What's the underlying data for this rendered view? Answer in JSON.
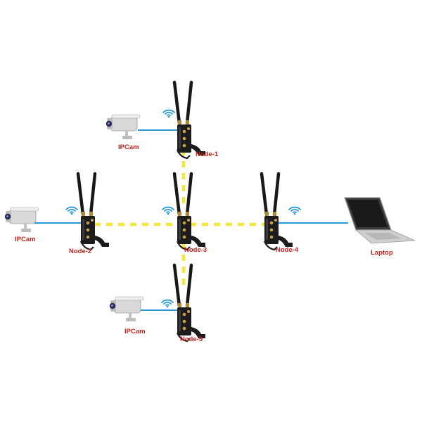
{
  "nodes": [
    {
      "id": "node-1",
      "label": "Node-1"
    },
    {
      "id": "node-2",
      "label": "Node-2"
    },
    {
      "id": "node-3",
      "label": "Node-3"
    },
    {
      "id": "node-4",
      "label": "Node-4"
    },
    {
      "id": "node-5",
      "label": "Node-5"
    }
  ],
  "cameras": [
    {
      "label": "IPCam"
    },
    {
      "label": "IPCam"
    },
    {
      "label": "IPCam"
    }
  ],
  "laptop": {
    "label": "Laptop"
  },
  "colors": {
    "mesh_link": "#f5e63a",
    "wired_link": "#2b9ad8",
    "wifi_icon": "#2b9ad8",
    "label_text": "#c0231c",
    "device_body": "#1c1c1c"
  }
}
